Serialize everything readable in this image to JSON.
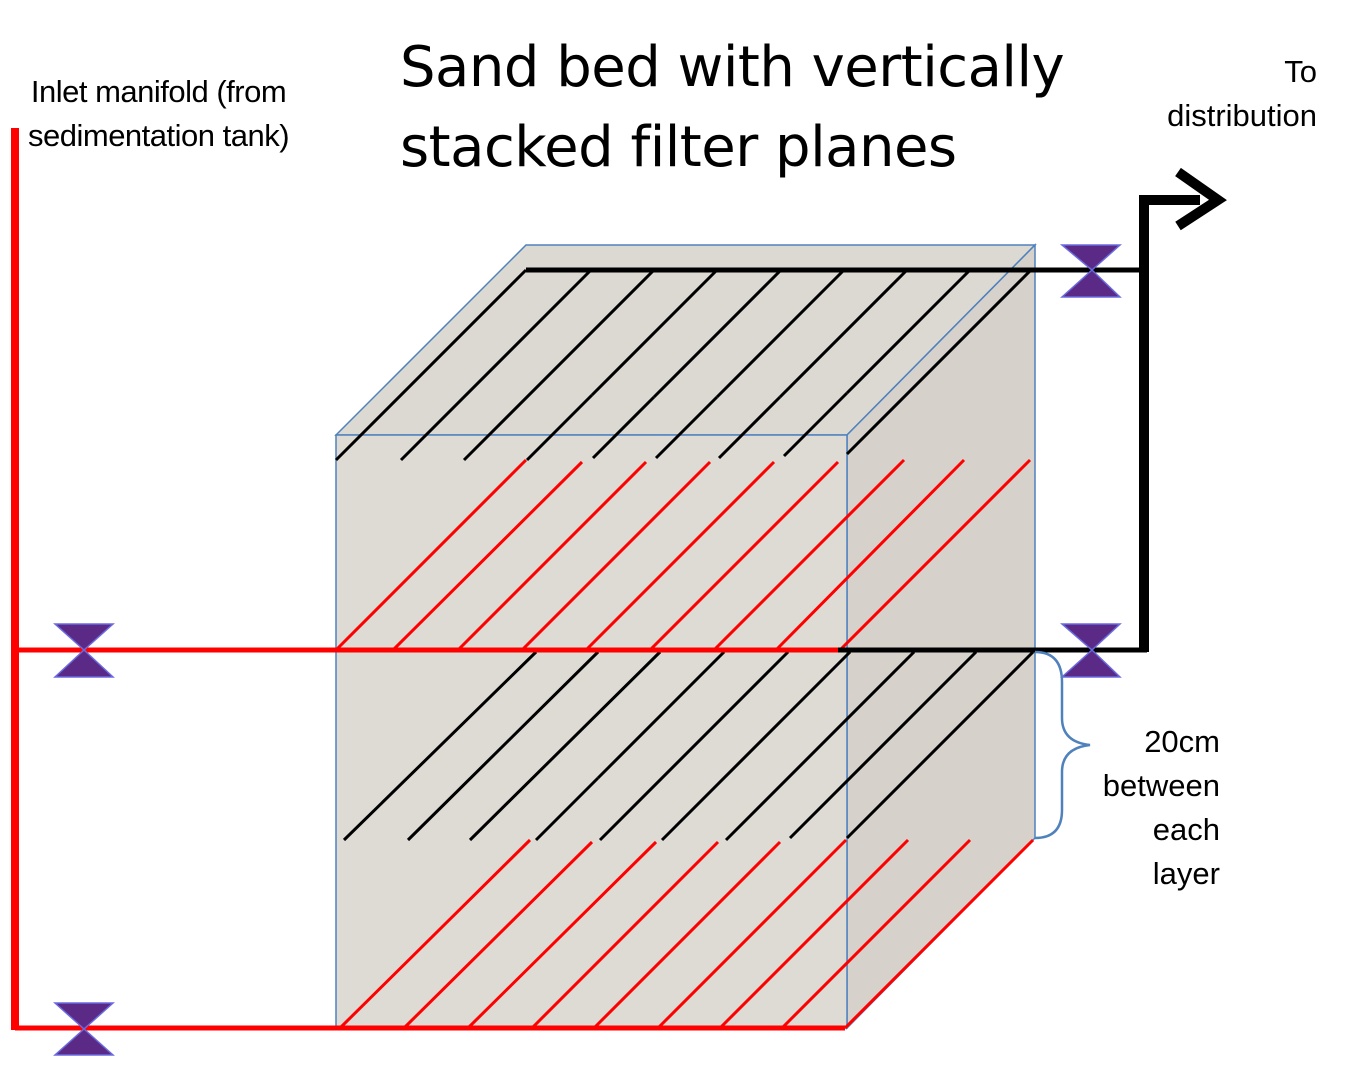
{
  "title": {
    "line1": "Sand bed with vertically",
    "line2": "stacked filter planes"
  },
  "labels": {
    "inlet_line1": "Inlet manifold (from",
    "inlet_line2": "sedimentation tank)",
    "outlet_line1": "To",
    "outlet_line2": "distribution",
    "spacing_line1": "20cm",
    "spacing_line2": "between",
    "spacing_line3": "each",
    "spacing_line4": "layer"
  },
  "colors": {
    "inlet_pipe": "#ff0000",
    "outlet_pipe": "#000000",
    "sand_bed": "#d9d6d0",
    "bed_edge": "#4f81bd",
    "valve": "#5b2a86"
  }
}
